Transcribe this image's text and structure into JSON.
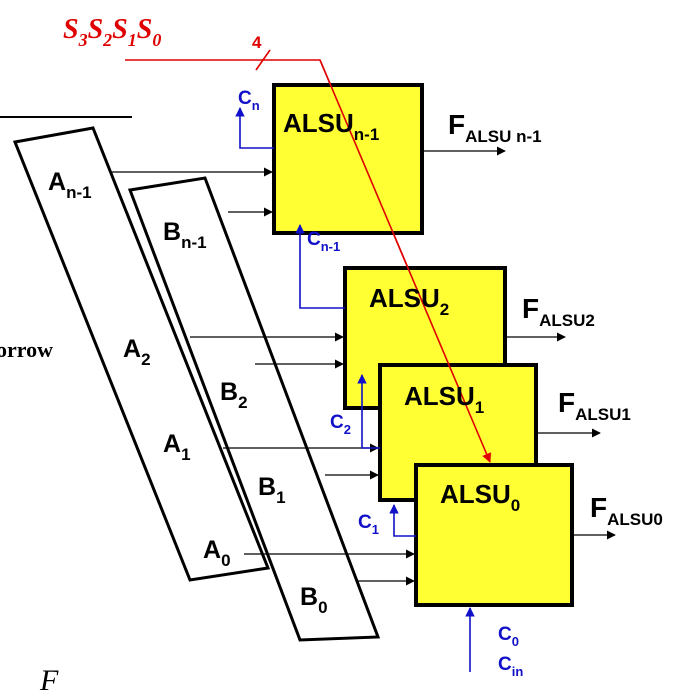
{
  "select_signals": {
    "text": "S",
    "subs": [
      "3",
      "2",
      "1",
      "0"
    ],
    "bus_width": "4"
  },
  "partial_words": {
    "left": "orrow",
    "bottom": "F"
  },
  "a_inputs": [
    {
      "base": "A",
      "sub": "n-1"
    },
    {
      "base": "A",
      "sub": "2"
    },
    {
      "base": "A",
      "sub": "1"
    },
    {
      "base": "A",
      "sub": "0"
    }
  ],
  "b_inputs": [
    {
      "base": "B",
      "sub": "n-1"
    },
    {
      "base": "B",
      "sub": "2"
    },
    {
      "base": "B",
      "sub": "1"
    },
    {
      "base": "B",
      "sub": "0"
    }
  ],
  "alsu_blocks": [
    {
      "base": "ALSU",
      "sub": "n-1"
    },
    {
      "base": "ALSU",
      "sub": "2"
    },
    {
      "base": "ALSU",
      "sub": "1"
    },
    {
      "base": "ALSU",
      "sub": "0"
    }
  ],
  "outputs": [
    {
      "base": "F",
      "sub": "ALSU n-1"
    },
    {
      "base": "F",
      "sub": "ALSU2"
    },
    {
      "base": "F",
      "sub": "ALSU1"
    },
    {
      "base": "F",
      "sub": "ALSU0"
    }
  ],
  "carries": [
    {
      "base": "C",
      "sub": "n"
    },
    {
      "base": "C",
      "sub": "n-1"
    },
    {
      "base": "C",
      "sub": "2"
    },
    {
      "base": "C",
      "sub": "1"
    },
    {
      "base": "C",
      "sub": "0"
    },
    {
      "base": "C",
      "sub": "in"
    }
  ],
  "colors": {
    "block_fill": "#ffff33",
    "select_line": "#e00000",
    "carry": "#1010c8",
    "stroke": "#000000"
  }
}
